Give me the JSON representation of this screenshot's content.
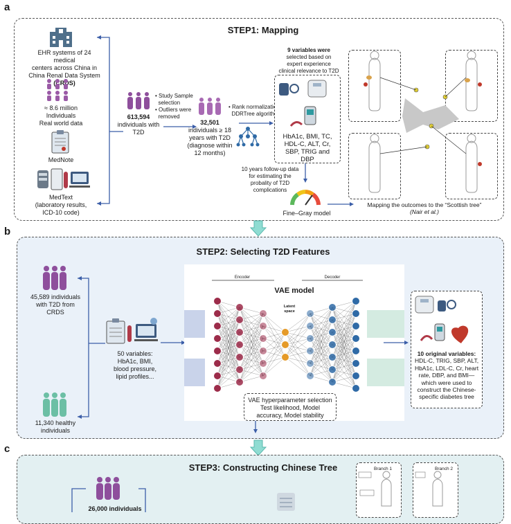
{
  "panel_a": {
    "letter": "a",
    "title": "STEP1: Mapping",
    "ehr_text_1": "EHR systems of 24 medical",
    "ehr_text_2": "centers across China in",
    "ehr_text_3": "China Renal Data System",
    "ehr_text_4": "(CRDS)",
    "million_1": "≈ 8.6 million",
    "million_2": "Individuals",
    "million_3": "Real world data",
    "mednote": "MedNote",
    "medtext_1": "MedText",
    "medtext_2": "(laboratory results,",
    "medtext_3": "ICD-10 code)",
    "count_613": "613,594",
    "count_613_sub_1": "individuals with",
    "count_613_sub_2": "T2D",
    "study_1": "Study Sample",
    "study_2": "selection",
    "study_3": "Outliers were",
    "study_4": "removed",
    "count_32": "32,501",
    "count_32_sub_1": "individuals ≥ 18",
    "count_32_sub_2": "years with T2D",
    "count_32_sub_3": "(diagnose within",
    "count_32_sub_4": "12 months)",
    "rank_1": "Rank normalization",
    "rank_2": "DDRTree algorithm",
    "vars_head_1": "9 variables were",
    "vars_head_2": "selected based on",
    "vars_head_3": "expert experience",
    "vars_head_4": "clinical relevance to T2D",
    "vars_list_1": "HbA1c, BMI, TC,",
    "vars_list_2": "HDL-C, ALT, Cr,",
    "vars_list_3": "SBP, TRIG and",
    "vars_list_4": "DBP",
    "followup_1": "10 years follow-up data",
    "followup_2": "for estimating the",
    "followup_3": "probality of T2D",
    "followup_4": "complications",
    "fine_gray": "Fine–Gray model",
    "mapping_1": "Mapping the outcomes to the “Scottish tree”",
    "mapping_2": "(Nair et al.)"
  },
  "panel_b": {
    "letter": "b",
    "title": "STEP2: Selecting T2D Features",
    "t2d_1": "45,589 individuals",
    "t2d_2": "with T2D from",
    "t2d_3": "CRDS",
    "healthy_1": "11,340 healthy",
    "healthy_2": "individuals",
    "vars50_1": "50  variables:",
    "vars50_2": "HbA1c, BMI,",
    "vars50_3": "blood pressure,",
    "vars50_4": "lipid profiles...",
    "encoder": "Encoder",
    "decoder": "Decoder",
    "vae_model": "VAE model",
    "latent_1": "Latent",
    "latent_2": "space",
    "hyper_1": "VAE hyperparameter selection",
    "hyper_2": "Test likelihood, Model",
    "hyper_3": "accuracy, Model stability",
    "orig_1": "10 original variables:",
    "orig_2": "HDL-C, TRIG, SBP, ALT,",
    "orig_3": "HbA1c, LDL-C, Cr, heart",
    "orig_4": "rate, DBP, and BMI—",
    "orig_5": "which were used to",
    "orig_6": "construct the Chinese-",
    "orig_7": "specific diabetes tree"
  },
  "panel_c": {
    "letter": "c",
    "title": "STEP3: Constructing Chinese Tree",
    "count_partial": "26,000 individuals",
    "branch1": "Branch 1",
    "branch2": "Branch 2"
  },
  "colors": {
    "panel_a_bg": "#ffffff",
    "panel_b_bg": "#eaf1f9",
    "panel_c_bg": "#e3f0f2",
    "arrow_blue": "#3b5ea8",
    "arrow_teal": "#7fd0c8",
    "people_purple": "#8e4f9c",
    "people_green": "#6cbfa5",
    "node_red": "#9c2c4a",
    "node_blue": "#2f6aa6",
    "node_orange": "#e59a28"
  }
}
